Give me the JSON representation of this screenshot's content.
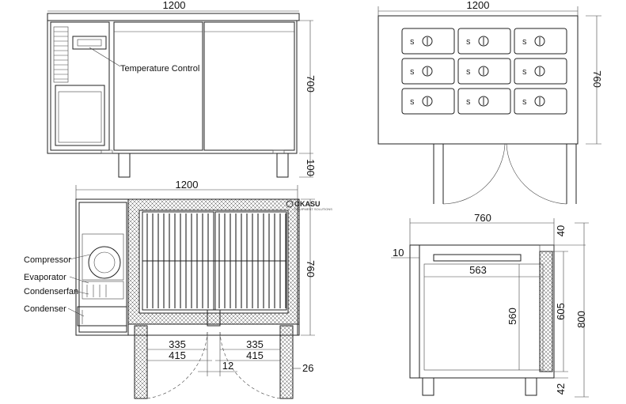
{
  "front_view": {
    "width_label": "1200",
    "height_label": "700",
    "leg_label": "100",
    "callout_temperature": "Temperature Control"
  },
  "top_pan_view": {
    "width_label": "1200",
    "depth_label": "760",
    "pan_marks": [
      "S",
      "S",
      "S",
      "S",
      "S",
      "S",
      "S",
      "S",
      "S"
    ]
  },
  "plan_view": {
    "width_label": "1200",
    "depth_label": "760",
    "dim_inner_left": "335",
    "dim_inner_right": "335",
    "dim_outer_left": "415",
    "dim_outer_right": "415",
    "dim_center_gap": "12",
    "dim_side_clearance": "26",
    "callouts": {
      "compressor": "Compressor",
      "evaporator": "Evaporator",
      "condenserfan": "Condenserfan",
      "condenser": "Condenser"
    }
  },
  "side_view": {
    "depth_label": "760",
    "back_offset_label": "10",
    "top_offset_label": "40",
    "interior_depth_label": "563",
    "interior_height_label": "560",
    "cabinet_height_label": "605",
    "overall_height_label": "800",
    "leg_label": "42"
  },
  "brand": {
    "name": "OKASU",
    "tagline": "EQUIPMENT SOLUTIONS"
  }
}
